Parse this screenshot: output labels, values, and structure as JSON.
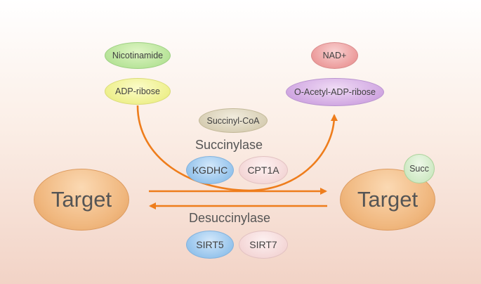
{
  "nodes": {
    "nicotinamide": "Nicotinamide",
    "adp_ribose": "ADP-ribose",
    "nad_plus": "NAD+",
    "o_acetyl_adp_ribose": "O-Acetyl-ADP-ribose",
    "succinyl_coa": "Succinyl-CoA",
    "kgdhc": "KGDHC",
    "cpt1a": "CPT1A",
    "sirt5": "SIRT5",
    "sirt7": "SIRT7",
    "target_left": "Target",
    "target_right": "Target",
    "succ": "Succ"
  },
  "labels": {
    "succinylase": "Succinylase",
    "desuccinylase": "Desuccinylase"
  },
  "colors": {
    "arrow": "#ee7d1c",
    "target": "#f0b77e",
    "kgdhc_sirt5": "#96c4ec",
    "cpt1a_sirt7": "#f4d7d7",
    "nicotinamide": "#b8e49a",
    "adp_ribose": "#eef08e",
    "nad_plus": "#ec9c9c",
    "o_acetyl_adp_ribose": "#d1a8e2",
    "succinyl_coa": "#d8cfb5",
    "succ": "#cde8c2"
  }
}
